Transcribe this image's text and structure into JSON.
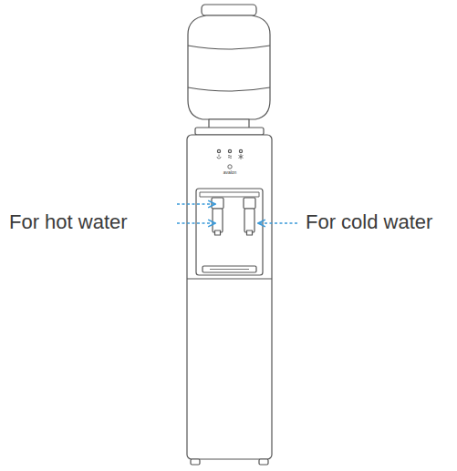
{
  "diagram": {
    "labels": [
      "For hot water",
      "For cold water",
      "avalon"
    ]
  }
}
